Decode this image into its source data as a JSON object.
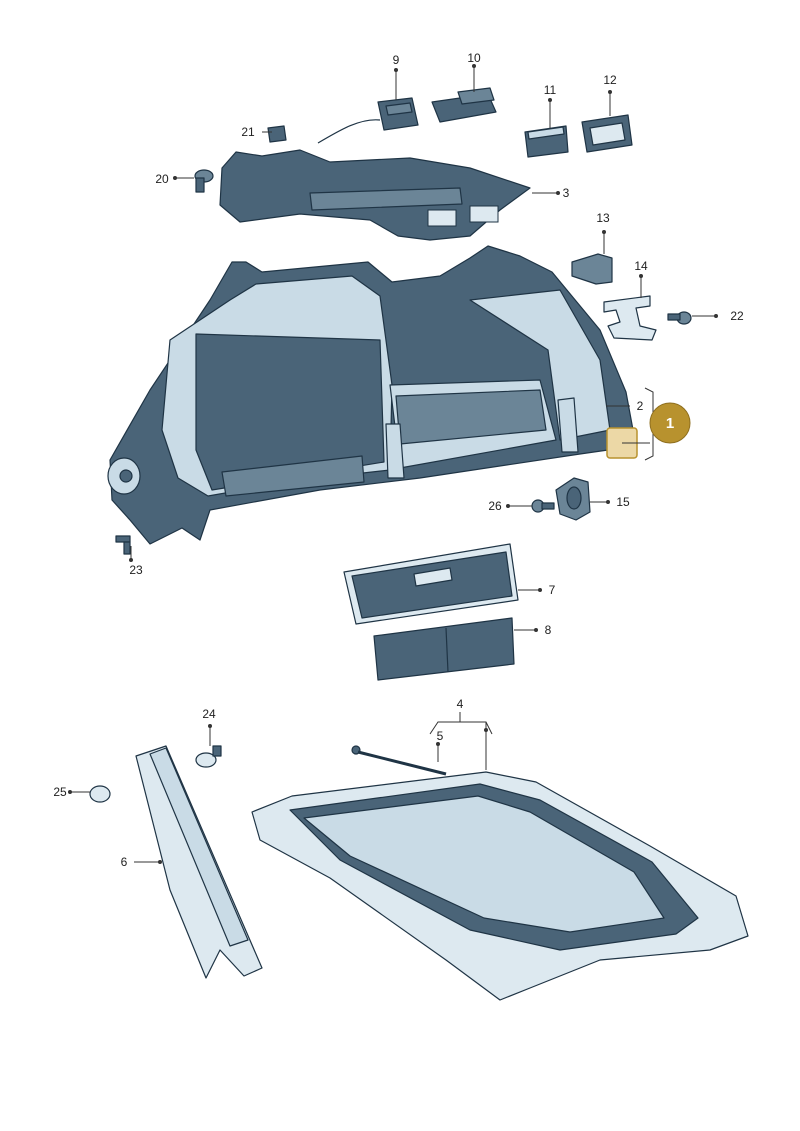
{
  "labels": {
    "p1": "1",
    "p2": "2",
    "p3": "3",
    "p4": "4",
    "p5": "5",
    "p6": "6",
    "p7": "7",
    "p8": "8",
    "p9": "9",
    "p10": "10",
    "p11": "11",
    "p12": "12",
    "p13": "13",
    "p14": "14",
    "p15": "15",
    "p20": "20",
    "p21": "21",
    "p22": "22",
    "p23": "23",
    "p24": "24",
    "p25": "25",
    "p26": "26"
  },
  "colors": {
    "part_dark": "#4a6478",
    "part_light": "#c9dbe6",
    "callout": "#b8922e",
    "highlight": "#ecd8a6"
  }
}
